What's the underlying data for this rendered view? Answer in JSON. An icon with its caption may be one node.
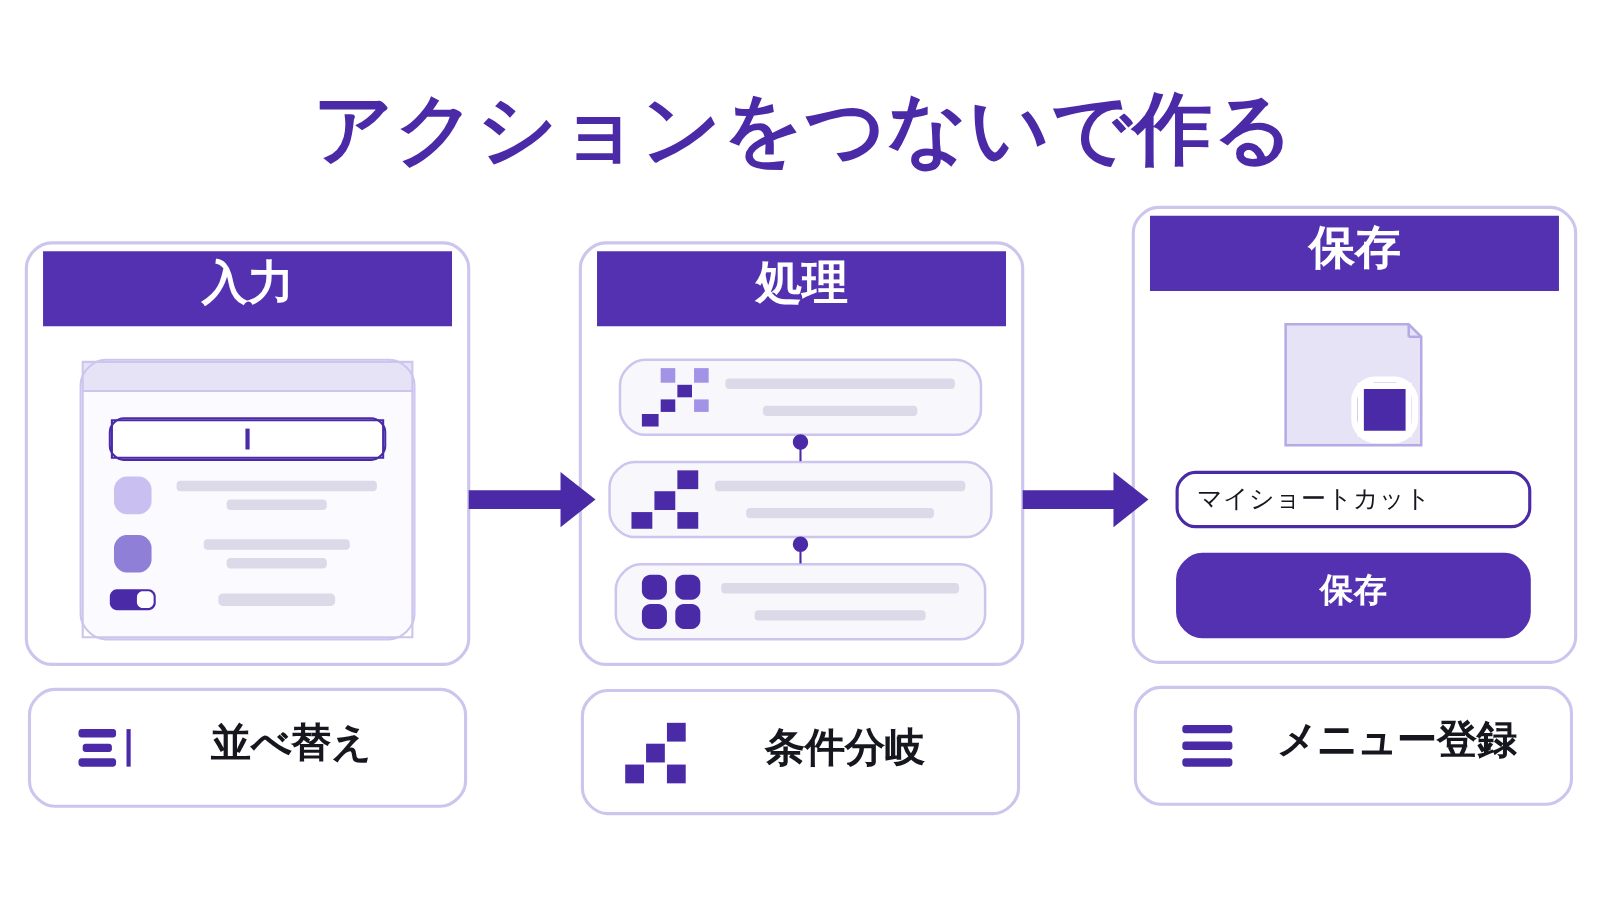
{
  "diagram": {
    "title": "アクションをつないで作る",
    "nodes": [
      {
        "text": [
          "入力"
        ]
      },
      {
        "text": [],
        "shape": "picture",
        "in": 0
      },
      {
        "text": [
          "処理"
        ]
      },
      {
        "text": [],
        "shape": "box",
        "in": 2
      },
      {
        "text": [],
        "shape": "box",
        "in": 2
      },
      {
        "text": [],
        "shape": "box",
        "in": 2
      },
      {
        "text": [
          "保存"
        ]
      },
      {
        "text": [],
        "shape": "picture",
        "in": 6
      },
      {
        "text": [
          "マイショートカット"
        ],
        "in": 6
      },
      {
        "text": [
          "保存"
        ],
        "in": 6
      },
      {
        "text": [
          "並べ替え"
        ]
      },
      {
        "text": [
          "条件分岐"
        ]
      },
      {
        "text": [
          "メニュー登録"
        ]
      }
    ],
    "edges": [
      {
        "from": 0,
        "to": 2,
        "arrow": "to",
        "style": "thick"
      },
      {
        "from": 3,
        "to": 4,
        "arrow": "other"
      },
      {
        "from": 4,
        "to": 5,
        "arrow": "other"
      },
      {
        "from": 2,
        "to": 6,
        "arrow": "to",
        "style": "thick"
      }
    ]
  }
}
